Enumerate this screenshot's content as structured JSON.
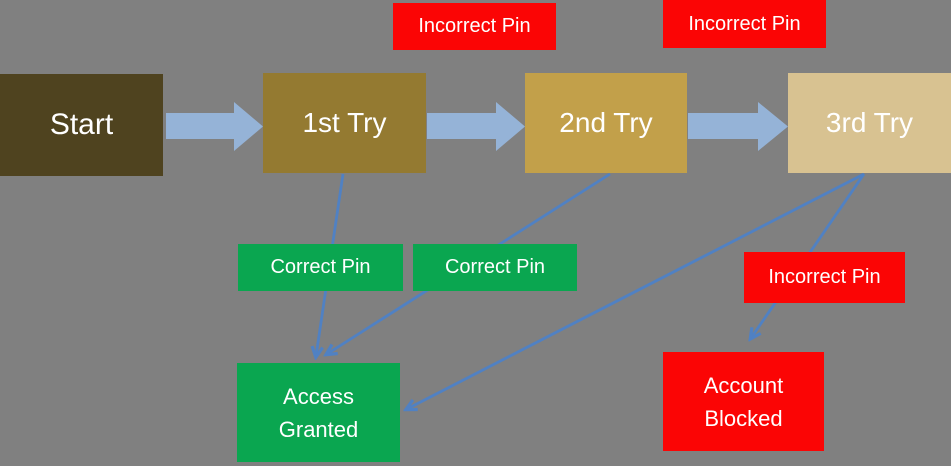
{
  "diagram": {
    "description": "PIN entry attempt flowchart",
    "nodes": {
      "start": "Start",
      "first_try": "1st Try",
      "second_try": "2nd Try",
      "third_try": "3rd Try",
      "access_granted": "Access\nGranted",
      "account_blocked": "Account\nBlocked"
    },
    "labels": {
      "incorrect_pin_1": "Incorrect Pin",
      "incorrect_pin_2": "Incorrect Pin",
      "incorrect_pin_3": "Incorrect Pin",
      "correct_pin_1": "Correct Pin",
      "correct_pin_2": "Correct Pin"
    },
    "edges": [
      {
        "from": "Start",
        "to": "1st Try",
        "style": "block-arrow",
        "condition": ""
      },
      {
        "from": "1st Try",
        "to": "2nd Try",
        "style": "block-arrow",
        "condition": "Incorrect Pin"
      },
      {
        "from": "2nd Try",
        "to": "3rd Try",
        "style": "block-arrow",
        "condition": "Incorrect Pin"
      },
      {
        "from": "1st Try",
        "to": "Access Granted",
        "style": "thin-arrow",
        "condition": "Correct Pin"
      },
      {
        "from": "2nd Try",
        "to": "Access Granted",
        "style": "thin-arrow",
        "condition": "Correct Pin"
      },
      {
        "from": "3rd Try",
        "to": "Access Granted",
        "style": "thin-arrow",
        "condition": ""
      },
      {
        "from": "3rd Try",
        "to": "Account Blocked",
        "style": "thin-arrow",
        "condition": "Incorrect Pin"
      }
    ]
  },
  "colors": {
    "background": "#808080",
    "start_fill": "#4f431f",
    "try1_fill": "#947a31",
    "try2_fill": "#c2a04a",
    "try3_fill": "#d8c291",
    "green_fill": "#0aa650",
    "red_fill": "#fb0505",
    "block_arrow": "#95b3d7",
    "thin_arrow": "#5081c3",
    "text": "#ffffff"
  }
}
